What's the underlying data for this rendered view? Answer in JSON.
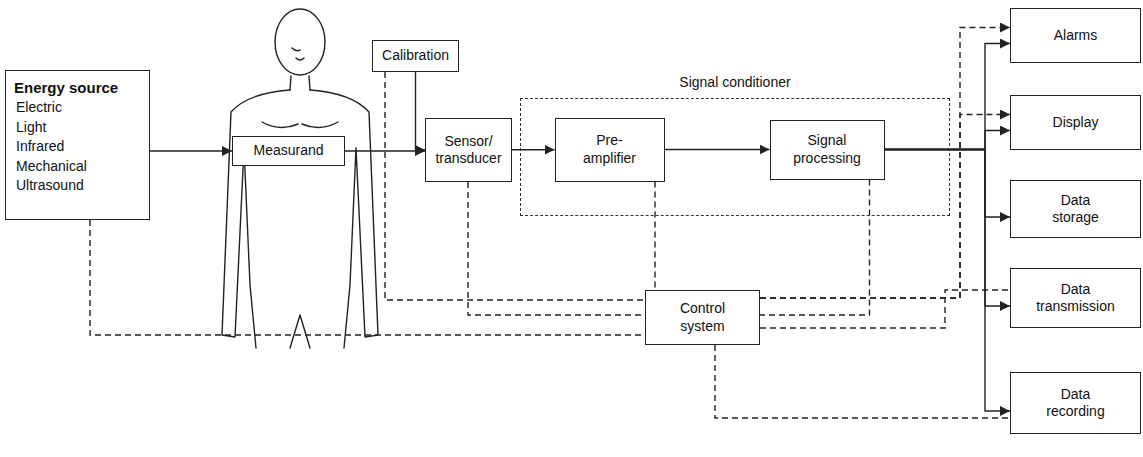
{
  "diagram": {
    "nodes": [
      {
        "text": [
          "Energy source",
          "Electric",
          "Light",
          "Infrared",
          "Mechanical",
          "Ultrasound"
        ]
      },
      {
        "text": [
          "Measurand"
        ]
      },
      {
        "text": [
          "Calibration"
        ]
      },
      {
        "text": [
          "Sensor/ transducer"
        ]
      },
      {
        "text": [
          "Signal conditioner"
        ]
      },
      {
        "text": [
          "Pre- amplifier"
        ],
        "in": 4
      },
      {
        "text": [
          "Signal processing"
        ],
        "in": 4
      },
      {
        "text": [
          "Control system"
        ]
      },
      {
        "text": [
          "Alarms"
        ]
      },
      {
        "text": [
          "Display"
        ]
      },
      {
        "text": [
          "Data storage"
        ]
      },
      {
        "text": [
          "Data transmission"
        ]
      },
      {
        "text": [
          "Data recording"
        ]
      }
    ],
    "edges": [
      {
        "from": 0,
        "to": 1,
        "arrow": "to"
      },
      {
        "from": 1,
        "to": 3,
        "arrow": "to"
      },
      {
        "from": 2,
        "to": 3,
        "arrow": "to"
      },
      {
        "from": 3,
        "to": 5,
        "arrow": "to"
      },
      {
        "from": 5,
        "to": 6,
        "arrow": "to"
      },
      {
        "from": 6,
        "to": 8,
        "arrow": "to"
      },
      {
        "from": 6,
        "to": 9,
        "arrow": "to"
      },
      {
        "from": 6,
        "to": 10,
        "arrow": "to"
      },
      {
        "from": 6,
        "to": 11,
        "arrow": "to"
      },
      {
        "from": 6,
        "to": 12,
        "arrow": "to"
      },
      {
        "from": 0,
        "to": 7,
        "arrow": "none"
      },
      {
        "from": 2,
        "to": 7,
        "arrow": "none"
      },
      {
        "from": 3,
        "to": 7,
        "arrow": "none"
      },
      {
        "from": 5,
        "to": 7,
        "arrow": "none"
      },
      {
        "from": 6,
        "to": 7,
        "arrow": "none"
      },
      {
        "from": 7,
        "to": 8,
        "arrow": "to"
      },
      {
        "from": 7,
        "to": 9,
        "arrow": "to"
      },
      {
        "from": 7,
        "to": 11,
        "arrow": "none"
      },
      {
        "from": 7,
        "to": 12,
        "arrow": "none"
      }
    ]
  }
}
